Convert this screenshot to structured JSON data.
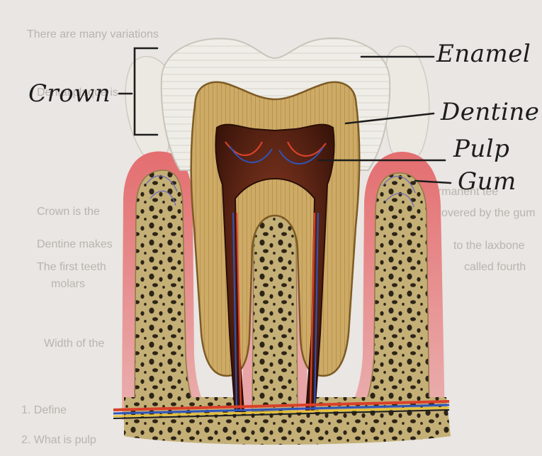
{
  "labels": {
    "crown": "Crown",
    "enamel": "Enamel",
    "dentine": "Dentine",
    "pulp": "Pulp",
    "gum": "Gum"
  },
  "background_text": [
    "There are many variations",
    "Dental plaque is",
    "permanent tee",
    "Crown is the",
    "covered by the gum",
    "Dentine makes",
    "to the laxbone",
    "The first teeth",
    "called fourth",
    "molars",
    "Width of the",
    "1. Define",
    "2. What is pulp"
  ],
  "colors": {
    "page": "#e9e6e3",
    "enamel": "#efede7",
    "dentine": "#c8a663",
    "pulp": "#5a2414",
    "gum": "#e8a0a2",
    "bone": "#c4b076",
    "bone_pores": "#2d2418",
    "artery": "#d9412a",
    "vein": "#2f55b8",
    "ink": "#1d1d1d"
  }
}
